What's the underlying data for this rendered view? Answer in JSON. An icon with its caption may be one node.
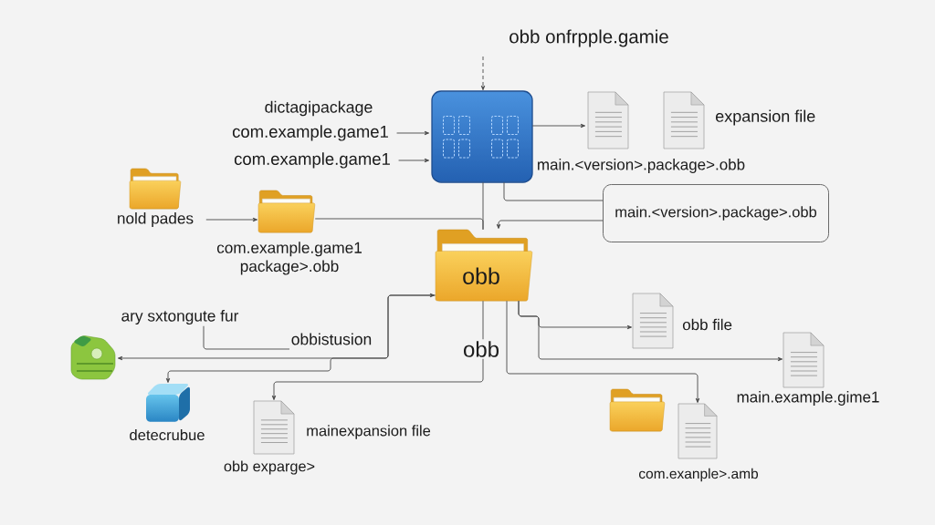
{
  "diagram": {
    "title": "obb onfrpple.gamie",
    "nodes": [
      {
        "text": [],
        "shape": "box"
      },
      {
        "text": [
          "com.example.game1"
        ]
      },
      {
        "text": [
          "com.example.game1"
        ]
      },
      {
        "text": [],
        "shape": "document"
      },
      {
        "text": [],
        "shape": "document",
        "beside": [
          "expansion file"
        ]
      },
      {
        "text": [
          "main.<version>.package>.obb"
        ]
      },
      {
        "text": [],
        "shape": "folder"
      },
      {
        "text": [
          "nold pades"
        ]
      },
      {
        "text": [],
        "shape": "folder",
        "beside": [
          "com.example.game1 package>.obb"
        ]
      },
      {
        "text": [
          "obb"
        ]
      },
      {
        "text": [
          "ary sxtongute fur"
        ]
      },
      {
        "text": [
          "obbistusion"
        ]
      },
      {
        "text": [],
        "shape": "picture"
      },
      {
        "text": [],
        "shape": "cube",
        "beside": [
          "detecrubue"
        ]
      },
      {
        "text": [],
        "shape": "document",
        "beside": [
          "mainexpansion file",
          "obb exparge>"
        ]
      },
      {
        "text": [],
        "shape": "document",
        "beside": [
          "obb file"
        ]
      },
      {
        "text": [],
        "shape": "document",
        "beside": [
          "main.example.gime1"
        ]
      },
      {
        "text": [],
        "shape": "folder"
      },
      {
        "text": [],
        "shape": "document",
        "beside": [
          "com.exanple>.amb"
        ]
      }
    ],
    "edges": [
      {
        "from": null,
        "to": 0,
        "arrow": "to",
        "style": "dashed"
      },
      {
        "from": 1,
        "to": 0,
        "arrow": "to"
      },
      {
        "from": 2,
        "to": 0,
        "arrow": "to"
      },
      {
        "from": 0,
        "to": 3,
        "arrow": "to"
      },
      {
        "from": 0,
        "to": 9,
        "arrow": "none"
      },
      {
        "from": 8,
        "to": 9,
        "arrow": "none"
      },
      {
        "from": 7,
        "to": 8,
        "arrow": "to"
      },
      {
        "from": 0,
        "to": 5,
        "arrow": "none"
      },
      {
        "from": 5,
        "to": 9,
        "arrow": "to"
      },
      {
        "from": 10,
        "to": 11,
        "arrow": "none"
      },
      {
        "from": 9,
        "to": 12,
        "arrow": "both"
      },
      {
        "from": 9,
        "to": 13,
        "arrow": "to"
      },
      {
        "from": 9,
        "to": 14,
        "arrow": "to",
        "label": "obb"
      },
      {
        "from": 9,
        "to": 15,
        "arrow": "to"
      },
      {
        "from": 9,
        "to": 16,
        "arrow": "to"
      },
      {
        "from": 9,
        "to": 18,
        "arrow": "to"
      }
    ],
    "labels": [
      "dictagipackage",
      "main.<version>.package>.obb"
    ]
  }
}
